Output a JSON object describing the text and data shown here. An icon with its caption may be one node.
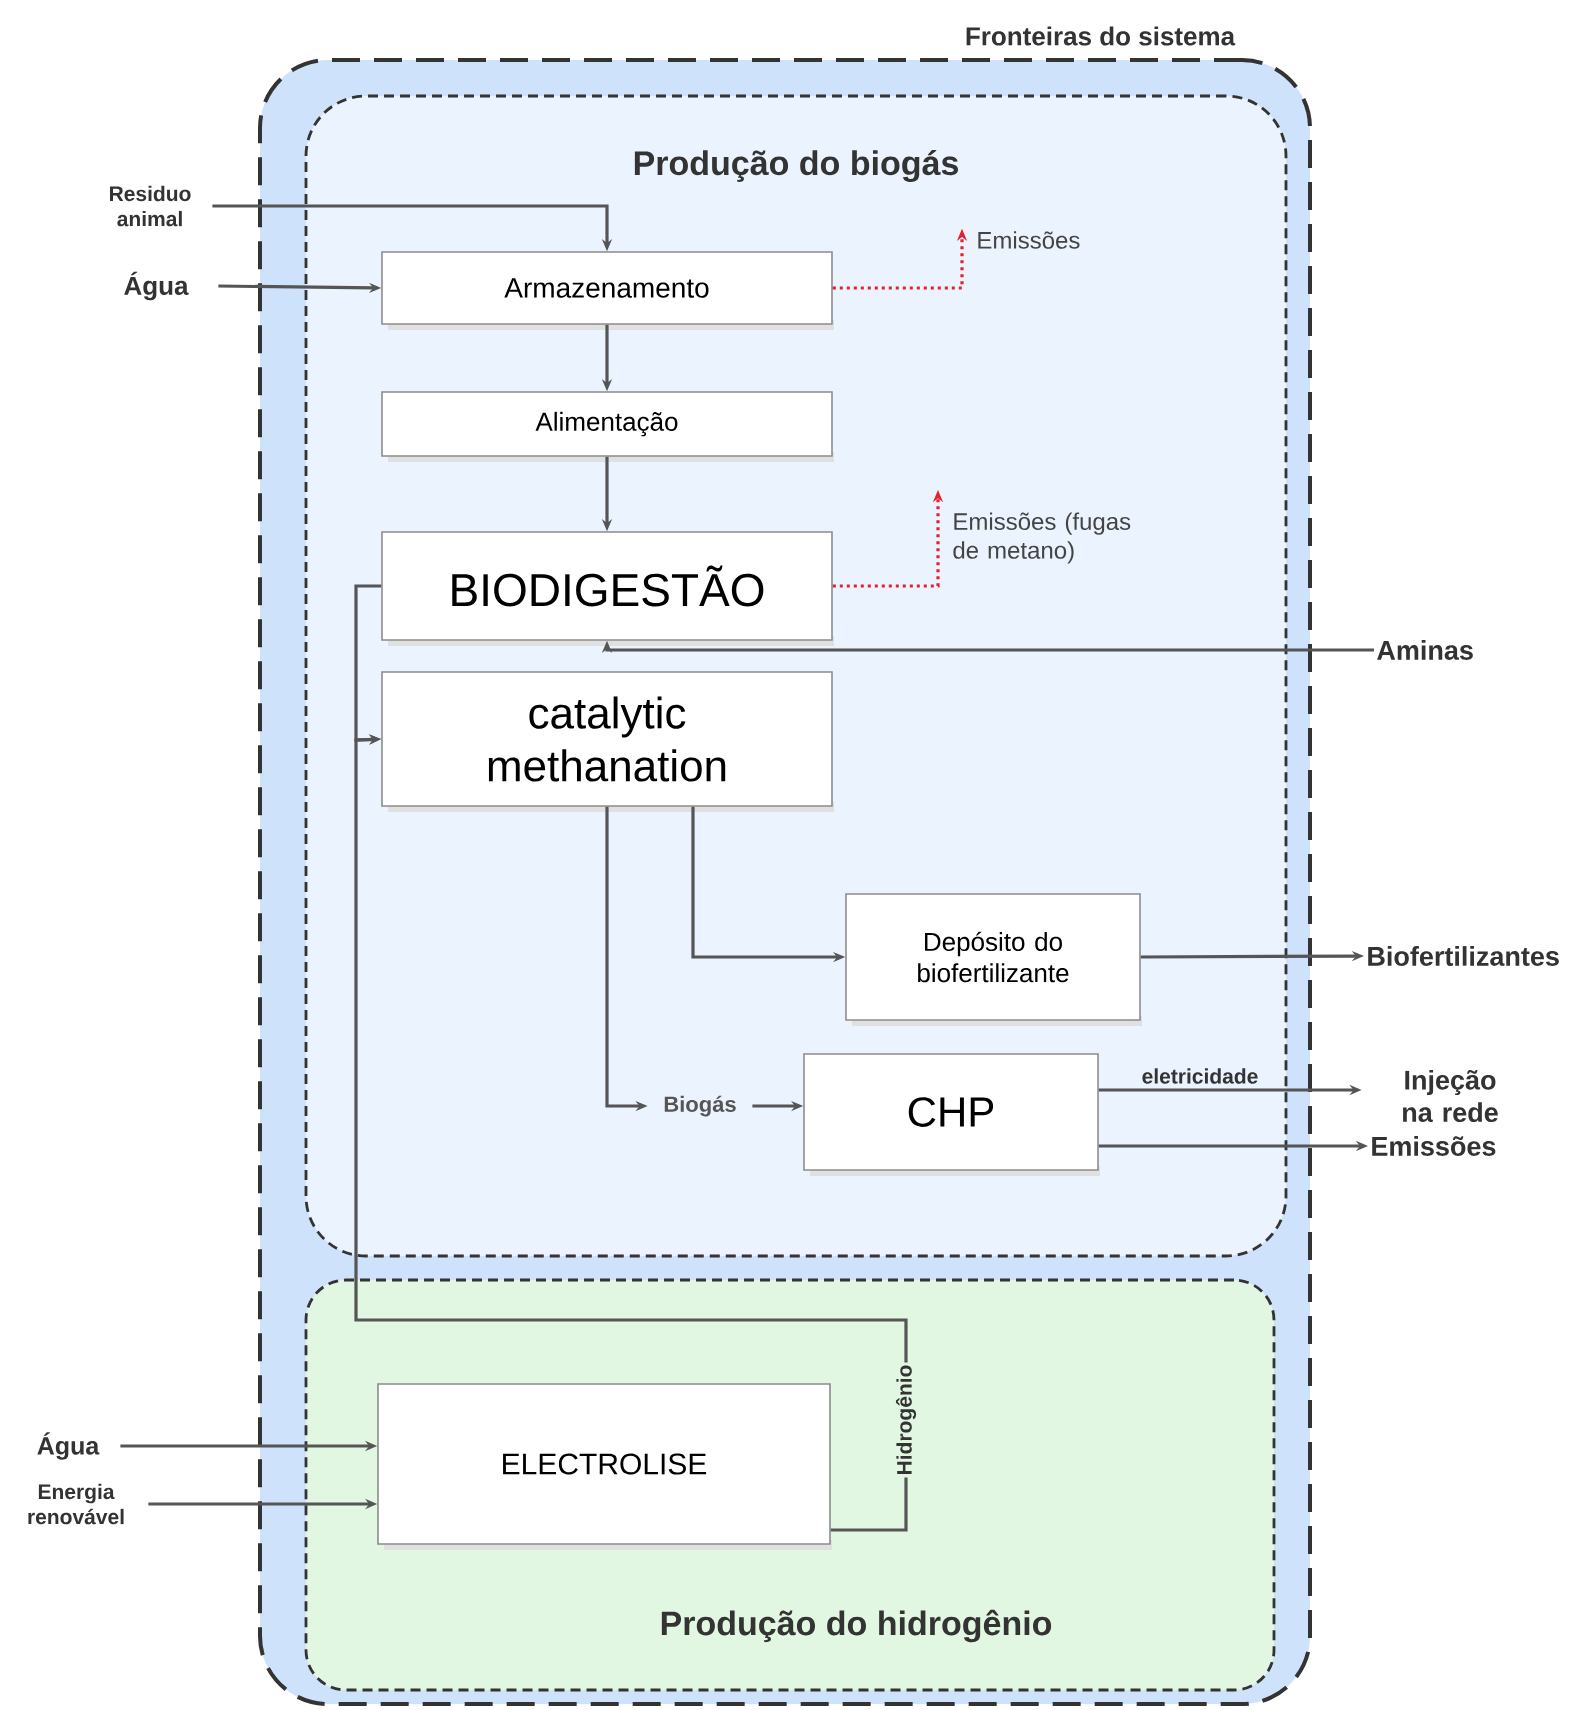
{
  "diagram": {
    "nodes": [
      {
        "text": [
          "Fronteiras do sistema"
        ]
      },
      {
        "text": [
          "Produção do biogás"
        ],
        "in": 0
      },
      {
        "text": [
          "Armazenamento"
        ],
        "in": 1
      },
      {
        "text": [
          "Alimentação"
        ],
        "in": 1
      },
      {
        "text": [
          "BIODIGESTÃO"
        ],
        "in": 1
      },
      {
        "text": [
          "catalytic methanation"
        ],
        "in": 1
      },
      {
        "text": [
          "Depósito do biofertilizante"
        ],
        "in": 1
      },
      {
        "text": [
          "CHP"
        ],
        "in": 1
      },
      {
        "text": [
          "Produção do hidrogênio"
        ],
        "in": 0
      },
      {
        "text": [
          "ELECTROLISE"
        ],
        "in": 8
      },
      {
        "text": [
          "Residuo animal"
        ]
      },
      {
        "text": [
          "Água"
        ]
      },
      {
        "text": [
          "Emissões"
        ],
        "in": 1
      },
      {
        "text": [
          "Emissões (fugas de metano)"
        ],
        "in": 1
      },
      {
        "text": [
          "Aminas"
        ]
      },
      {
        "text": [
          "Biofertilizantes"
        ]
      },
      {
        "text": [
          "Injeção na rede"
        ]
      },
      {
        "text": [
          "Emissões"
        ]
      },
      {
        "text": [
          "Água"
        ]
      },
      {
        "text": [
          "Energia renovável"
        ]
      },
      {
        "text": [
          "Biogás"
        ],
        "in": 1
      }
    ],
    "edges": [
      {
        "from": 10,
        "to": 2,
        "arrow": "to"
      },
      {
        "from": 11,
        "to": 2,
        "arrow": "to"
      },
      {
        "from": 2,
        "to": 12,
        "arrow": "to",
        "style": "dashed",
        "color": "#e8202a"
      },
      {
        "from": 2,
        "to": 3,
        "arrow": "to"
      },
      {
        "from": 3,
        "to": 4,
        "arrow": "to"
      },
      {
        "from": 4,
        "to": 13,
        "arrow": "to",
        "style": "dashed",
        "color": "#e8202a"
      },
      {
        "from": 14,
        "to": 4,
        "arrow": "to"
      },
      {
        "from": 4,
        "to": 5,
        "arrow": "to"
      },
      {
        "from": 9,
        "to": 5,
        "arrow": "to",
        "label": "Hidrogênio"
      },
      {
        "from": 5,
        "to": 6,
        "arrow": "to"
      },
      {
        "from": 5,
        "to": 20,
        "arrow": "to"
      },
      {
        "from": 20,
        "to": 7,
        "arrow": "to"
      },
      {
        "from": 6,
        "to": 15,
        "arrow": "to"
      },
      {
        "from": 7,
        "to": 16,
        "arrow": "to",
        "label": "eletricidade"
      },
      {
        "from": 7,
        "to": 17,
        "arrow": "to"
      },
      {
        "from": 18,
        "to": 9,
        "arrow": "to"
      },
      {
        "from": 19,
        "to": 9,
        "arrow": "to"
      }
    ]
  }
}
